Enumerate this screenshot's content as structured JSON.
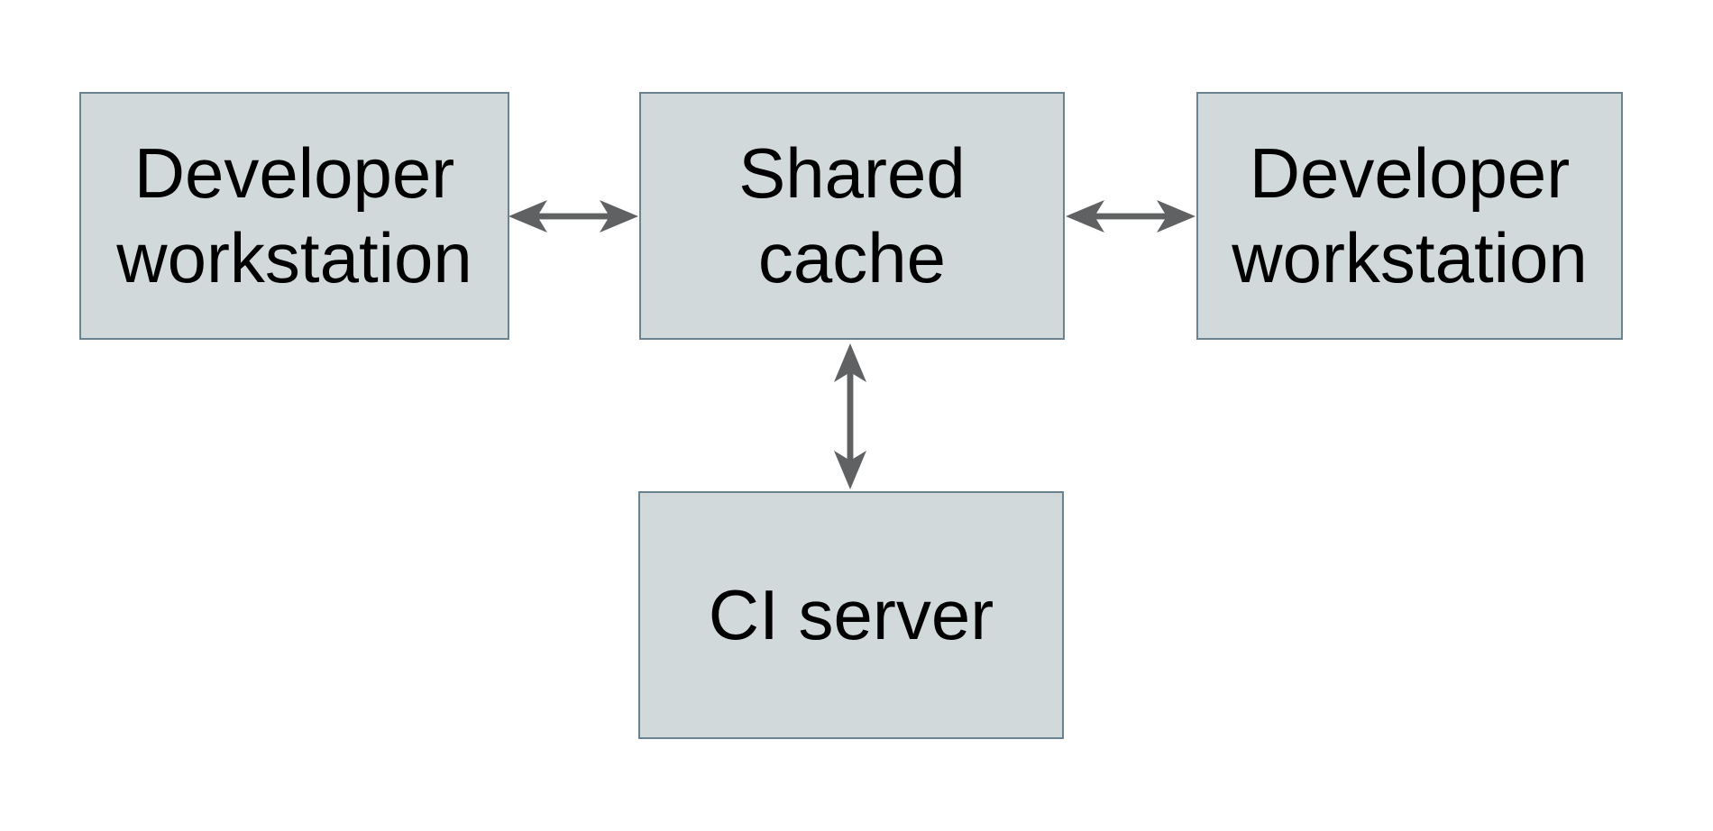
{
  "diagram": {
    "nodes": [
      {
        "id": "developer-workstation-left",
        "label": "Developer workstation",
        "lines": [
          "Developer",
          "workstation"
        ]
      },
      {
        "id": "shared-cache",
        "label": "Shared cache",
        "lines": [
          "Shared",
          "cache"
        ]
      },
      {
        "id": "developer-workstation-right",
        "label": "Developer workstation",
        "lines": [
          "Developer",
          "workstation"
        ]
      },
      {
        "id": "ci-server",
        "label": "CI server",
        "lines": [
          "CI server"
        ]
      }
    ],
    "edges": [
      {
        "from": "developer-workstation-left",
        "to": "shared-cache",
        "type": "bidirectional"
      },
      {
        "from": "shared-cache",
        "to": "developer-workstation-right",
        "type": "bidirectional"
      },
      {
        "from": "shared-cache",
        "to": "ci-server",
        "type": "bidirectional"
      }
    ],
    "colors": {
      "background": "#ffffff",
      "node_fill": "#d2d9db",
      "node_border": "#6b8290",
      "arrow": "#5f6163",
      "text": "#000000"
    }
  }
}
